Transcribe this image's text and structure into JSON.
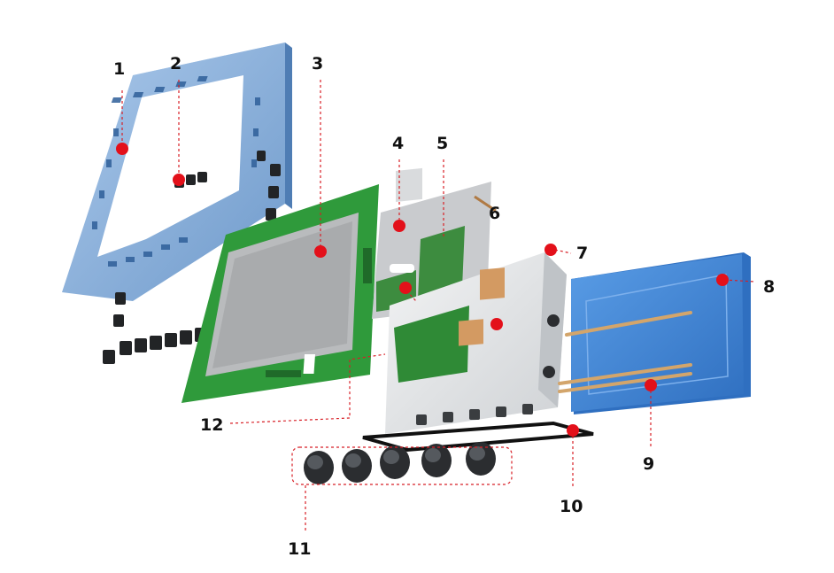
{
  "diagram": {
    "type": "exploded-view",
    "callouts": [
      {
        "id": "1",
        "label": "1"
      },
      {
        "id": "2",
        "label": "2"
      },
      {
        "id": "3",
        "label": "3"
      },
      {
        "id": "4",
        "label": "4"
      },
      {
        "id": "5",
        "label": "5"
      },
      {
        "id": "6",
        "label": "6"
      },
      {
        "id": "7",
        "label": "7"
      },
      {
        "id": "8",
        "label": "8"
      },
      {
        "id": "9",
        "label": "9"
      },
      {
        "id": "10",
        "label": "10"
      },
      {
        "id": "11",
        "label": "11"
      },
      {
        "id": "12",
        "label": "12"
      }
    ],
    "colors": {
      "marker": "#e3101a",
      "leader": "#d81f26",
      "bezel": "#8fb3dc",
      "pcb": "#2f9a3b",
      "screen": "#b9bbbd",
      "chassis": "#e4e6e8",
      "back_cover": "#3f86d6",
      "copper": "#d39a62",
      "connector": "#2b2d30"
    }
  }
}
